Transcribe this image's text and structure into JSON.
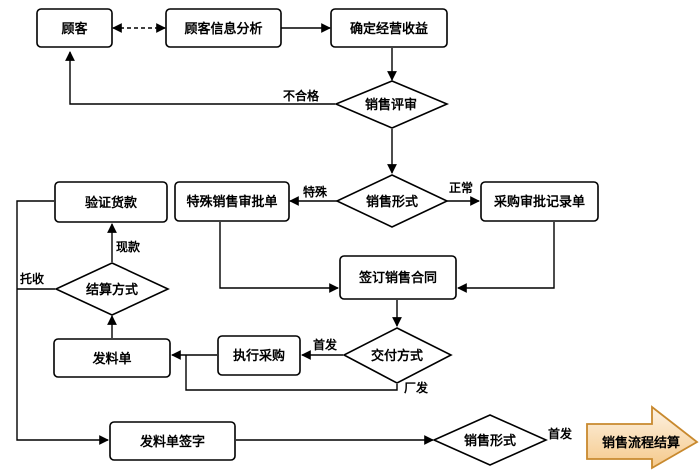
{
  "nodes": {
    "customer": "顾客",
    "customer_info_analysis": "顾客信息分析",
    "determine_revenue": "确定经营收益",
    "sales_review": "销售评审",
    "sales_form_1": "销售形式",
    "special_approval": "特殊销售审批单",
    "purchase_record": "采购审批记录单",
    "sign_contract": "签订销售合同",
    "delivery_method": "交付方式",
    "execute_purchase": "执行采购",
    "issue_order": "发料单",
    "settlement_method": "结算方式",
    "verify_payment": "验证货款",
    "issue_order_sign": "发料单签字",
    "sales_form_2": "销售形式",
    "sales_end": "销售流程结算"
  },
  "edge_labels": {
    "unqualified": "不合格",
    "special": "特殊",
    "normal": "正常",
    "first_delivery_1": "首发",
    "factory_delivery": "厂发",
    "cash": "现款",
    "consignment": "托收",
    "first_delivery_2": "首发"
  },
  "colors": {
    "final_fill_top": "#fdf2e3",
    "final_fill_bottom": "#f5c98a",
    "final_stroke": "#c8892e"
  }
}
